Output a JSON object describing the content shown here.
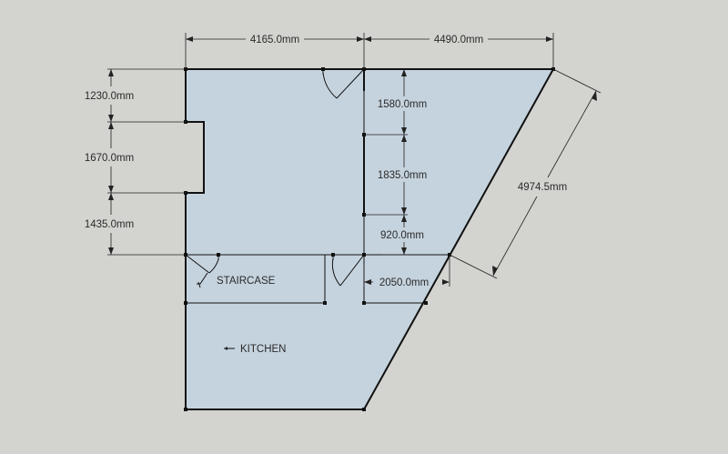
{
  "background_color": "#d3d3d0",
  "floor_color": "#c5d3de",
  "wall_color": "#111111",
  "labels": {
    "staircase": "STAIRCASE",
    "kitchen": "KITCHEN"
  },
  "dimensions": {
    "top_left_width": "4165.0mm",
    "top_right_width": "4490.0mm",
    "left_upper": "1230.0mm",
    "left_middle": "1670.0mm",
    "left_lower": "1435.0mm",
    "inner_upper": "1580.0mm",
    "inner_middle": "1835.0mm",
    "inner_lower": "920.0mm",
    "diagonal": "4974.5mm",
    "step_width": "2050.0mm"
  }
}
